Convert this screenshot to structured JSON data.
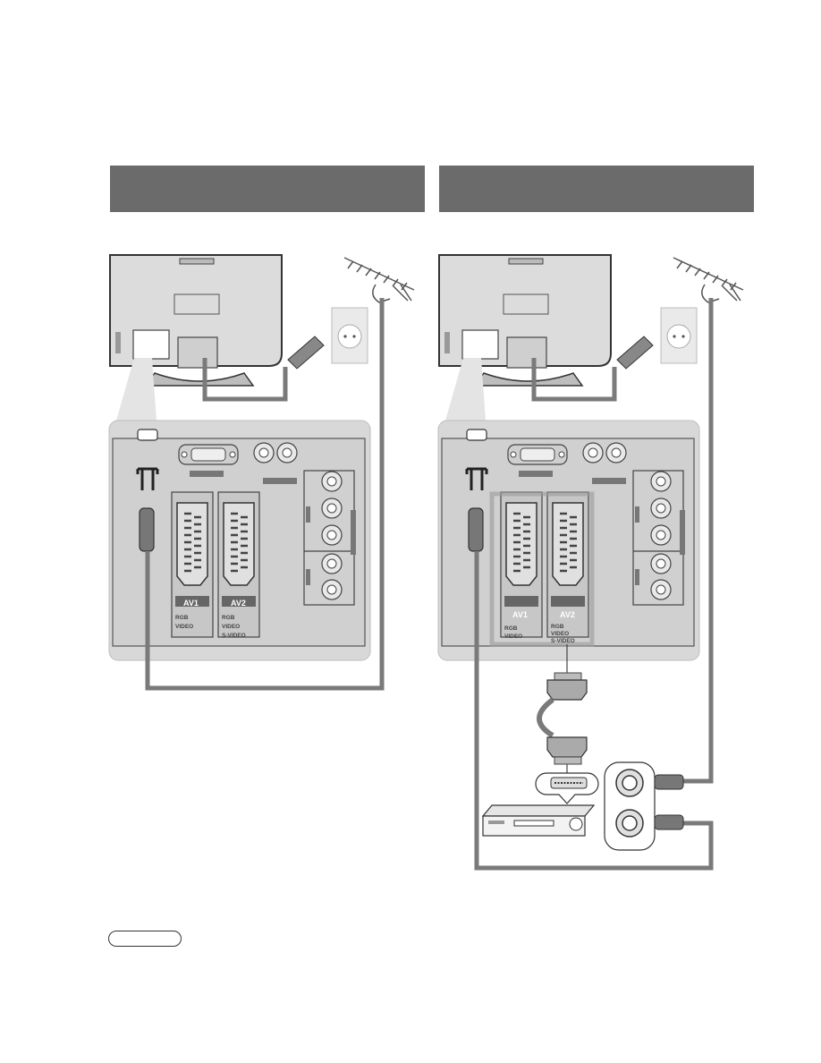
{
  "diagrams": {
    "left": {
      "panel": {
        "scart_1_label": "AV1",
        "scart_2_label": "AV2",
        "av1_lines": [
          "RGB",
          "VIDEO"
        ],
        "av2_lines": [
          "RGB",
          "VIDEO",
          "S-VIDEO"
        ]
      }
    },
    "right": {
      "panel": {
        "scart_1_label": "AV1",
        "scart_2_label": "AV2",
        "av1_lines": [
          "RGB",
          "VIDEO"
        ],
        "av2_lines": [
          "RGB",
          "VIDEO",
          "S-VIDEO"
        ]
      }
    }
  },
  "colors": {
    "header_bar": "#6b6b6b",
    "cable": "#7a7a7a",
    "panel_bg": "#d4d4d4",
    "outline": "#333333"
  }
}
